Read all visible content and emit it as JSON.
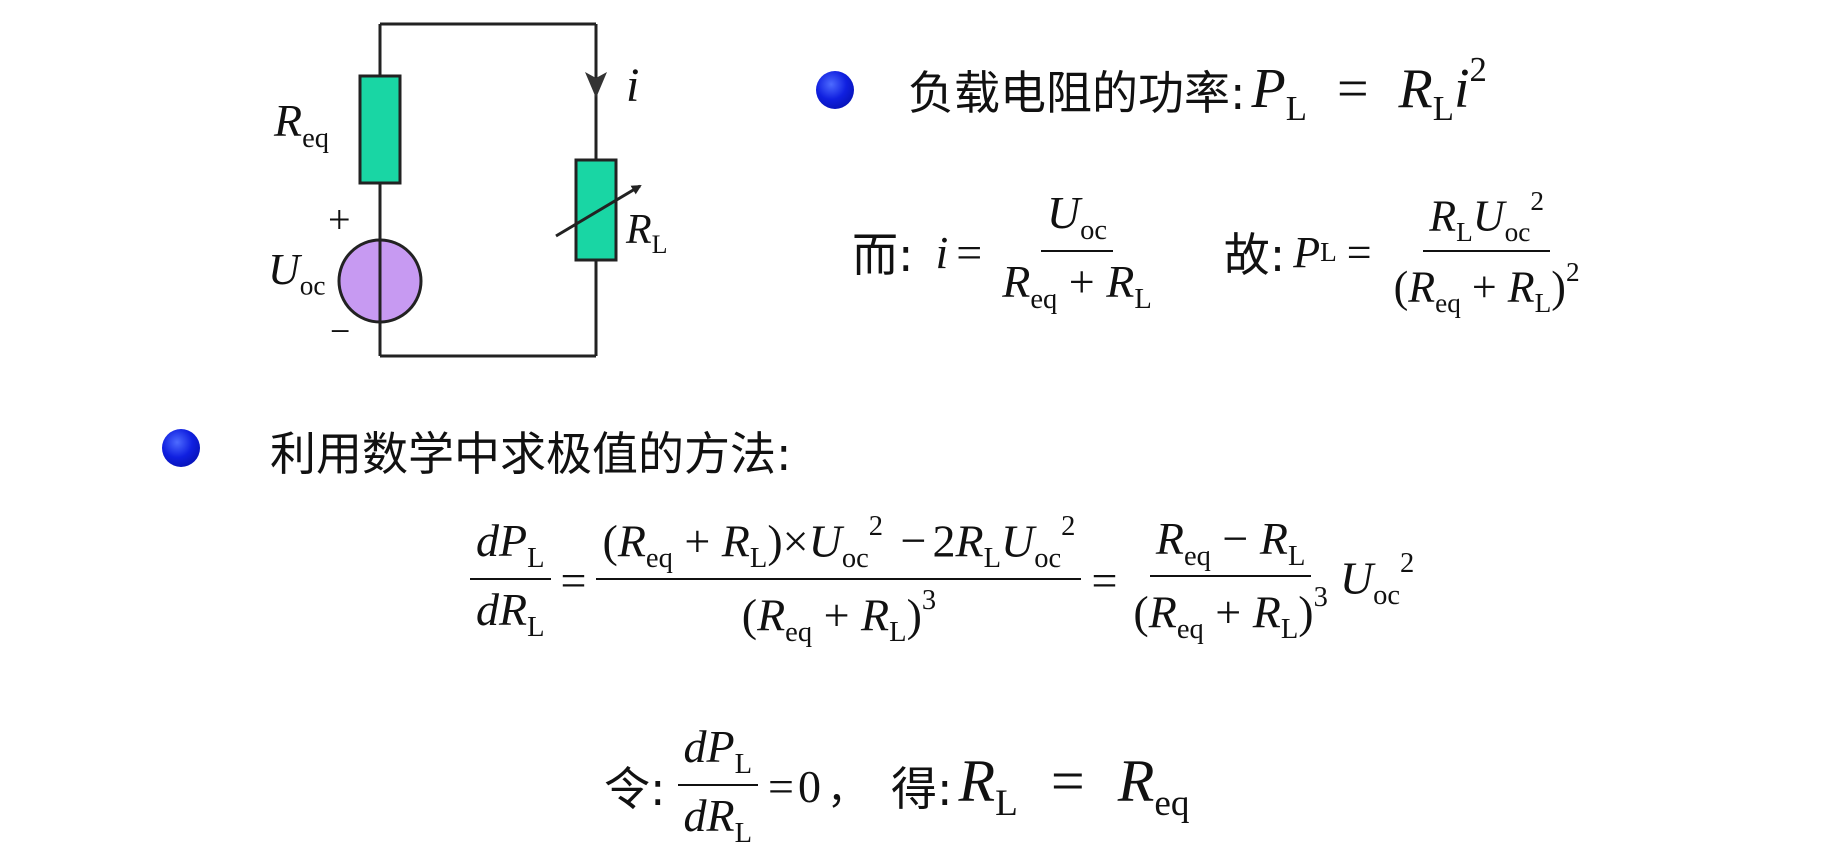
{
  "circuit": {
    "label_req_main": "R",
    "label_req_sub": "eq",
    "label_plus": "+",
    "label_uoc_main": "U",
    "label_uoc_sub": "oc",
    "label_minus": "−",
    "label_i": "i",
    "label_rl_main": "R",
    "label_rl_sub": "L",
    "colors": {
      "resistor": "#19d6a4",
      "source": "#c79af2",
      "wire": "#222222"
    }
  },
  "bullet1": {
    "text": "负载电阻的功率:",
    "formula": {
      "P": "P",
      "L": "L",
      "eq": "=",
      "R": "R",
      "i": "i",
      "exp": "2"
    }
  },
  "line2": {
    "er_text": "而:",
    "i": "i",
    "eq": "=",
    "num_U": "U",
    "num_oc": "oc",
    "den_R1": "R",
    "den_eq": "eq",
    "den_plus": "+",
    "den_R2": "R",
    "den_L": "L",
    "gu_text": "故:",
    "P": "P",
    "P_L": "L",
    "eq2": "=",
    "num2_R": "R",
    "num2_L": "L",
    "num2_U": "U",
    "num2_oc": "oc",
    "num2_exp": "2",
    "den2_open": "(",
    "den2_R1": "R",
    "den2_eq": "eq",
    "den2_plus": "+",
    "den2_R2": "R",
    "den2_L": "L",
    "den2_close": ")",
    "den2_exp": "2"
  },
  "bullet2": {
    "text": "利用数学中求极值的方法:"
  },
  "derivative": {
    "lhs_num": {
      "d": "d",
      "P": "P",
      "L": "L"
    },
    "lhs_den": {
      "d": "d",
      "R": "R",
      "L": "L"
    },
    "eq1": "=",
    "mid_num": {
      "open": "(",
      "R1": "R",
      "eq": "eq",
      "plus": "+",
      "R2": "R",
      "L": "L",
      "close": ")",
      "times": "×",
      "U": "U",
      "oc": "oc",
      "exp": "2",
      "minus": "−",
      "two": "2",
      "R3": "R",
      "L2": "L",
      "U2": "U",
      "oc2": "oc",
      "exp2": "2"
    },
    "mid_den": {
      "open": "(",
      "R1": "R",
      "eq": "eq",
      "plus": "+",
      "R2": "R",
      "L": "L",
      "close": ")",
      "exp": "3"
    },
    "eq2": "=",
    "rhs_num": {
      "R1": "R",
      "eq": "eq",
      "minus": "−",
      "R2": "R",
      "L": "L"
    },
    "rhs_den": {
      "open": "(",
      "R1": "R",
      "eq": "eq",
      "plus": "+",
      "R2": "R",
      "L": "L",
      "close": ")",
      "exp": "3"
    },
    "tail": {
      "U": "U",
      "oc": "oc",
      "exp": "2"
    }
  },
  "conclusion": {
    "ling": "令:",
    "num": {
      "d": "d",
      "P": "P",
      "L": "L"
    },
    "den": {
      "d": "d",
      "R": "R",
      "L": "L"
    },
    "eq": "=",
    "zero": "0",
    "comma": "，",
    "de": "得:",
    "R1": "R",
    "L": "L",
    "eq2": "=",
    "R2": "R",
    "sub_eq": "eq"
  }
}
